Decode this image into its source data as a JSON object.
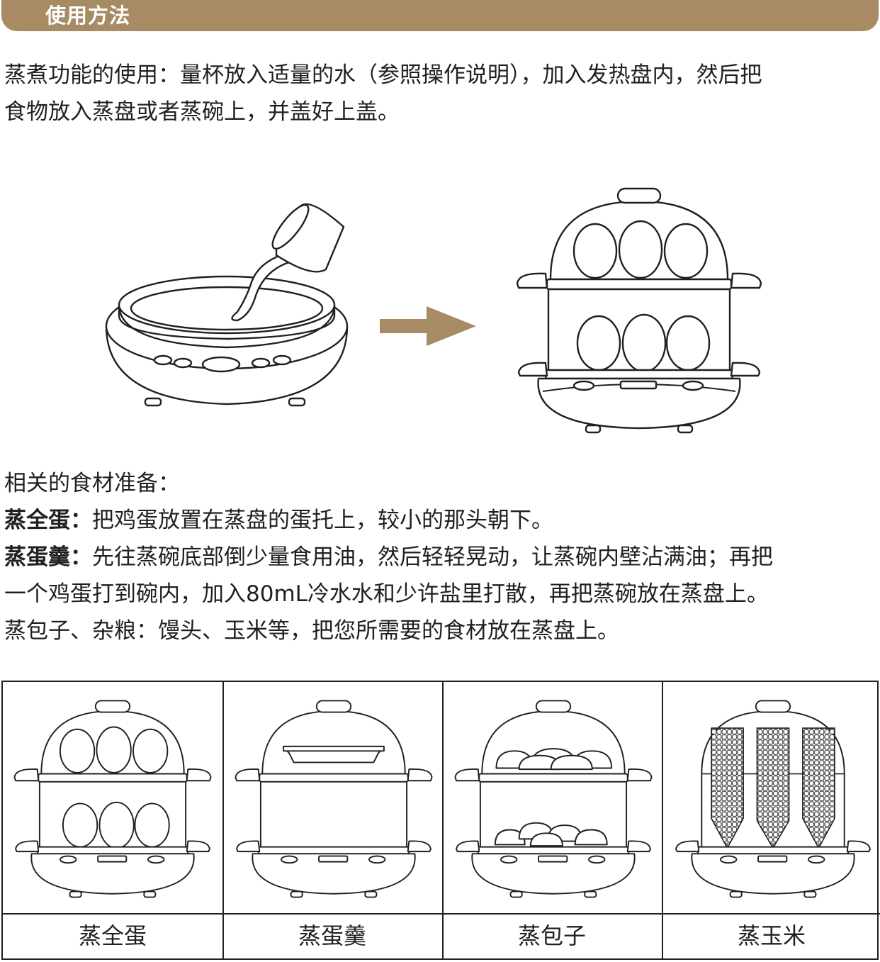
{
  "header": {
    "title": "使用方法"
  },
  "intro": {
    "line1": "蒸煮功能的使用：量杯放入适量的水（参照操作说明），加入发热盘内，然后把",
    "line2": "食物放入蒸盘或者蒸碗上，并盖好上盖。"
  },
  "prep": {
    "heading": "相关的食材准备：",
    "egg_label": "蒸全蛋：",
    "egg_text": "把鸡蛋放置在蒸盘的蛋托上，较小的那头朝下。",
    "custard_label": "蒸蛋羹：",
    "custard_text": "先往蒸碗底部倒少量食用油，然后轻轻晃动，让蒸碗内壁沾满油；再把",
    "custard_text2": "一个鸡蛋打到碗内，加入80mL冷水水和少许盐里打散，再把蒸碗放在蒸盘上。",
    "buns_text": "蒸包子、杂粮：馒头、玉米等，把您所需要的食材放在蒸盘上。"
  },
  "captions": [
    "蒸全蛋",
    "蒸蛋羹",
    "蒸包子",
    "蒸玉米"
  ],
  "colors": {
    "accent": "#a68b64",
    "ink": "#231f20"
  },
  "icons": [
    "measuring-cup-icon",
    "heating-plate-icon",
    "arrow-right-icon",
    "steamer-icon"
  ]
}
